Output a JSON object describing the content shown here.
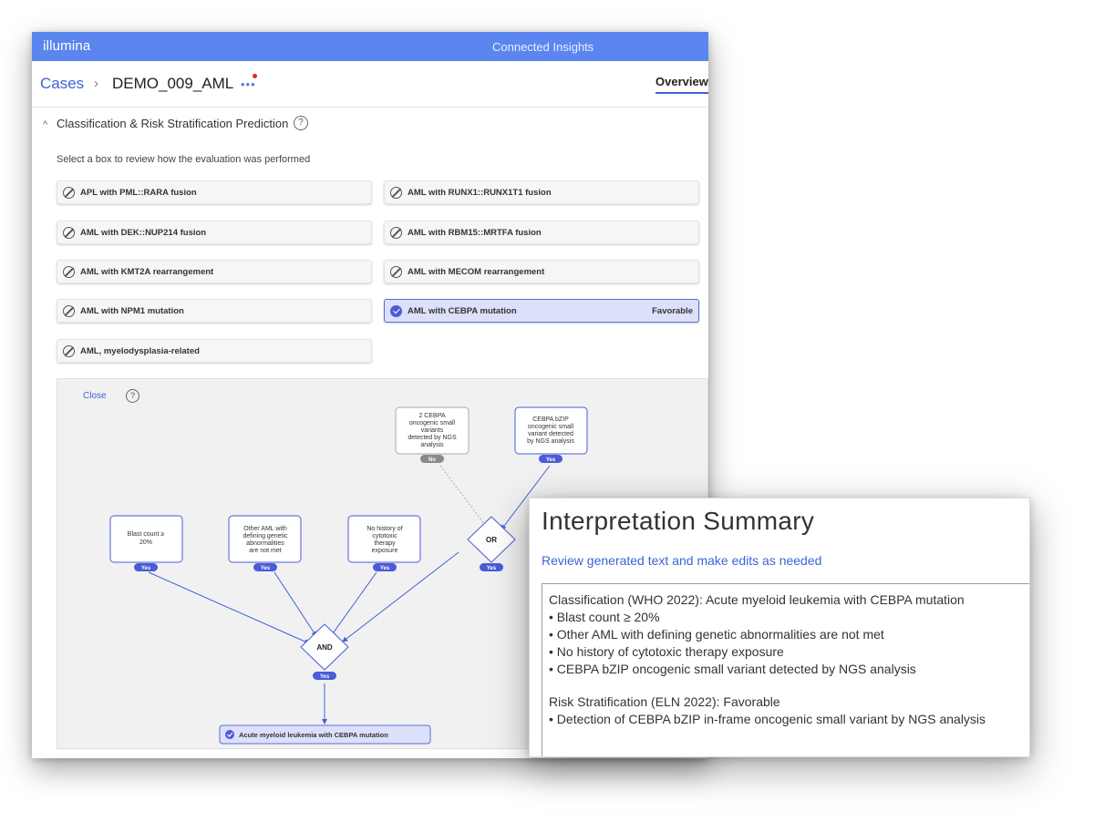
{
  "topbar": {
    "brand": "illumina",
    "app_title": "Connected Insights"
  },
  "header": {
    "breadcrumb_root": "Cases",
    "chevron": "›",
    "case_name": "DEMO_009_AML",
    "more_icon": "•••",
    "tab_overview": "Overview"
  },
  "section": {
    "toggle_icon": "^",
    "title": "Classification & Risk Stratification Prediction",
    "help": "?",
    "instruction": "Select a box to review how the evaluation was performed"
  },
  "classifications": [
    {
      "label": "APL with PML::RARA fusion",
      "status": "not-met",
      "badge": ""
    },
    {
      "label": "AML with RUNX1::RUNX1T1 fusion",
      "status": "not-met",
      "badge": ""
    },
    {
      "label": "AML with DEK::NUP214 fusion",
      "status": "not-met",
      "badge": ""
    },
    {
      "label": "AML with RBM15::MRTFA fusion",
      "status": "not-met",
      "badge": ""
    },
    {
      "label": "AML with KMT2A rearrangement",
      "status": "not-met",
      "badge": ""
    },
    {
      "label": "AML with MECOM rearrangement",
      "status": "not-met",
      "badge": ""
    },
    {
      "label": "AML with NPM1 mutation",
      "status": "not-met",
      "badge": ""
    },
    {
      "label": "AML with CEBPA mutation",
      "status": "met",
      "badge": "Favorable"
    },
    {
      "label": "AML, myelodysplasia-related",
      "status": "not-met",
      "badge": ""
    }
  ],
  "diagram": {
    "close_label": "Close",
    "help": "?",
    "nodes": {
      "cebpa2": {
        "lines": [
          "2 CEBPA",
          "oncogenic small",
          "variants",
          "detected by NGS",
          "analysis"
        ],
        "answer": "No"
      },
      "bzip": {
        "lines": [
          "CEBPA bZIP",
          "oncogenic small",
          "variant detected",
          "by NGS analysis"
        ],
        "answer": "Yes"
      },
      "blast": {
        "lines": [
          "Blast count ≥",
          "20%"
        ],
        "answer": "Yes"
      },
      "other_aml": {
        "lines": [
          "Other AML with",
          "defining genetic",
          "abnormalities",
          "are not met"
        ],
        "answer": "Yes"
      },
      "history": {
        "lines": [
          "No history of",
          "cytotoxic",
          "therapy",
          "exposure"
        ],
        "answer": "Yes"
      },
      "or_gate": {
        "label": "OR",
        "answer": "Yes"
      },
      "and_gate": {
        "label": "AND",
        "answer": "Yes"
      },
      "result": {
        "label": "Acute myeloid leukemia with CEBPA mutation"
      }
    },
    "colors": {
      "edge_active": "#3f63d6",
      "edge_inactive": "#9a9a9a",
      "pill_yes": "#4a5cd6",
      "pill_no": "#8a8a8a"
    }
  },
  "summary": {
    "title": "Interpretation Summary",
    "subtitle": "Review generated text and make edits as needed",
    "classification_line": "Classification (WHO 2022): Acute myeloid leukemia with CEBPA mutation",
    "classification_bullets": [
      "• Blast count ≥ 20%",
      "• Other AML with defining genetic abnormalities are not met",
      "• No history of cytotoxic therapy exposure",
      "• CEBPA bZIP oncogenic small variant detected by NGS analysis"
    ],
    "risk_line": "Risk Stratification (ELN 2022): Favorable",
    "risk_bullets": [
      "• Detection of CEBPA bZIP in-frame oncogenic small variant by NGS analysis"
    ]
  }
}
